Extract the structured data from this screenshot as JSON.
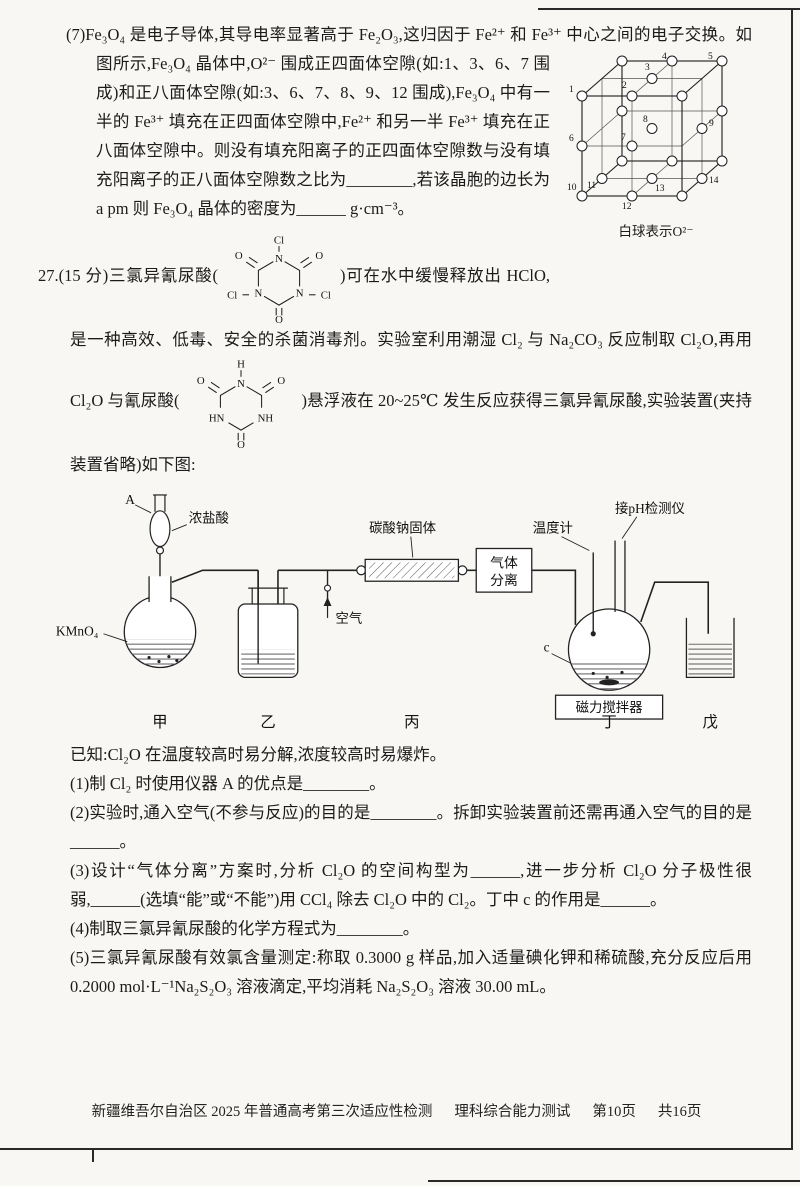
{
  "q7": {
    "part1": "(7)Fe₃O₄ 是电子导体,其导电率显著高于 Fe₂O₃,这归因于 Fe²⁺ 和 Fe³⁺ 中心之间的电子交换。",
    "part2": "如图所示,Fe₃O₄ 晶体中,O²⁻ 围成正四面体空隙(如:1、3、6、7 围成)和正八面体空隙(如:3、6、7、8、9、12 围成),Fe₃O₄ 中有一半的 Fe³⁺ 填充在正四面体空隙中,Fe²⁺ 和另一半 Fe³⁺ 填充在正八面体空隙中。则没有填充阳离子的正四面体空隙数与没有填充阳离子的正八面体空隙数之比为________,若该晶胞的边长为 a pm 则 Fe₃O₄ 晶体的密度为______ g·cm⁻³。",
    "crystal_caption": "白球表示O²⁻",
    "crystal_numbers": [
      "1",
      "2",
      "3",
      "4",
      "5",
      "6",
      "7",
      "8",
      "9",
      "10",
      "11",
      "12",
      "13",
      "14"
    ]
  },
  "q27": {
    "intro1": "27.(15 分)三氯异氰尿酸(",
    "intro2": ")可在水中缓慢释放出 HClO,是一种高效、低毒、安全的杀菌消毒剂。实验室利用潮湿 Cl₂ 与 Na₂CO₃ 反应制取 Cl₂O,再用 Cl₂O 与氰尿酸(",
    "intro3": ")悬浮液在 20~25℃ 发生反应获得三氯异氰尿酸,实验装置(夹持装置省略)如下图:",
    "known": "已知:Cl₂O 在温度较高时易分解,浓度较高时易爆炸。",
    "sub_questions": [
      "(1)制 Cl₂ 时使用仪器 A 的优点是________。",
      "(2)实验时,通入空气(不参与反应)的目的是________。拆卸实验装置前还需再通入空气的目的是______。",
      "(3)设计“气体分离”方案时,分析 Cl₂O 的空间构型为______,进一步分析 Cl₂O 分子极性很弱,______(选填“能”或“不能”)用 CCl₄ 除去 Cl₂O 中的 Cl₂。丁中 c 的作用是______。",
      "(4)制取三氯异氰尿酸的化学方程式为________。",
      "(5)三氯异氰尿酸有效氯含量测定:称取 0.3000 g 样品,加入适量碘化钾和稀硫酸,充分反应后用 0.2000 mol·L⁻¹Na₂S₂O₃ 溶液滴定,平均消耗 Na₂S₂O₃ 溶液 30.00 mL。"
    ]
  },
  "structures": {
    "tca": {
      "cl_top": "Cl",
      "n_t": "N",
      "o_tl": "O",
      "o_tr": "O",
      "n_l": "N",
      "n_r": "N",
      "cl_l": "Cl",
      "cl_r": "Cl",
      "o_b": "O"
    },
    "ca": {
      "h_top": "H",
      "n_t": "N",
      "o_tl": "O",
      "o_tr": "O",
      "hn_l": "HN",
      "nh_r": "NH",
      "o_b": "O"
    }
  },
  "apparatus": {
    "label_a": "A",
    "conc_hcl": "浓盐酸",
    "kmno4": "KMnO₄",
    "air": "空气",
    "na2co3_solid": "碳酸钠固体",
    "gas_sep_1": "气体",
    "gas_sep_2": "分离",
    "thermometer": "温度计",
    "ph_meter": "接pH检测仪",
    "c_label": "c",
    "stirrer": "磁力搅拌器",
    "vessels": [
      "甲",
      "乙",
      "丙",
      "丁",
      "戊"
    ]
  },
  "footer": {
    "exam": "新疆维吾尔自治区 2025 年普通高考第三次适应性检测",
    "subject": "理科综合能力测试",
    "page": "第10页",
    "total": "共16页"
  }
}
